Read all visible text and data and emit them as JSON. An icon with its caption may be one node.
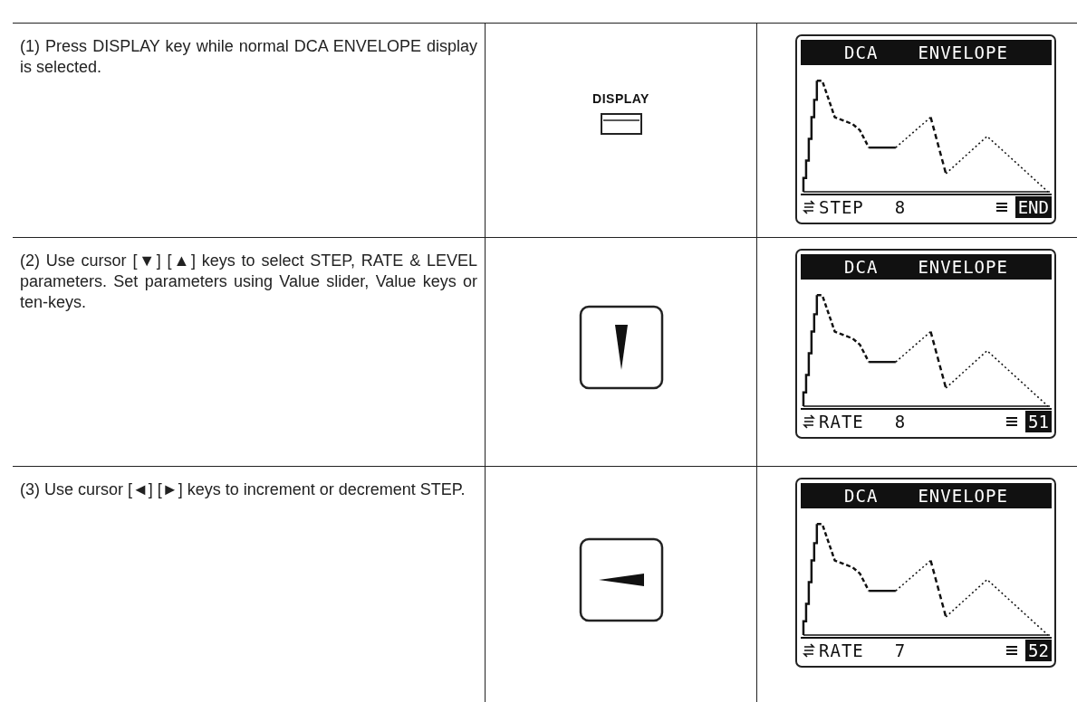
{
  "diagram": {
    "labels": [
      "(1) Press DISPLAY key while normal DCA ENVELOPE display is selected.",
      "DISPLAY",
      "DCA",
      "ENVELOPE",
      "STEP",
      "8",
      "END",
      "(2) Use cursor [▼] [▲] keys to select STEP, RATE & LEVEL parameters. Set parameters using Value slider, Value keys or ten-keys.",
      "DCA",
      "ENVELOPE",
      "RATE",
      "8",
      "51",
      "(3) Use cursor [◄] [►] keys to increment or decrement STEP.",
      "DCA",
      "ENVELOPE",
      "RATE",
      "7",
      "52"
    ]
  }
}
